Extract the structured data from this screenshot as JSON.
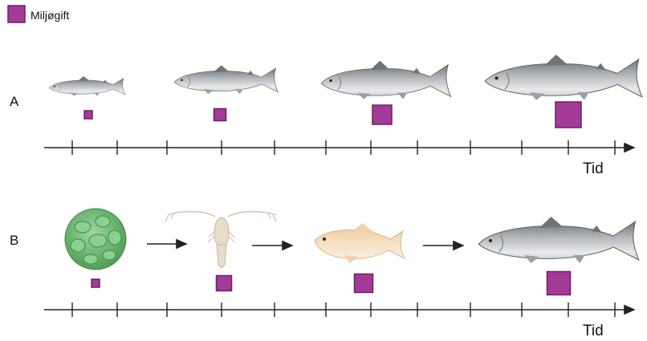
{
  "legend": {
    "label": "Miljøgift",
    "color": "#a33a98"
  },
  "panel_a": {
    "label": "A",
    "axis_label": "Tid",
    "organisms": [
      "fish",
      "fish",
      "fish",
      "fish"
    ],
    "toxin_levels": [
      1,
      1.5,
      2.4,
      3.2
    ]
  },
  "panel_b": {
    "label": "B",
    "axis_label": "Tid",
    "organisms": [
      "phytoplankton",
      "copepod",
      "small-fish",
      "salmon"
    ],
    "toxin_levels": [
      1,
      1.9,
      2.3,
      2.9
    ]
  },
  "colors": {
    "toxin_fill": "#a33a98",
    "toxin_stroke": "#6e1e66",
    "axis": "#222222",
    "fish_body": "#b9bcbf",
    "fish_back": "#6f7478",
    "algae": "#73c27a"
  }
}
